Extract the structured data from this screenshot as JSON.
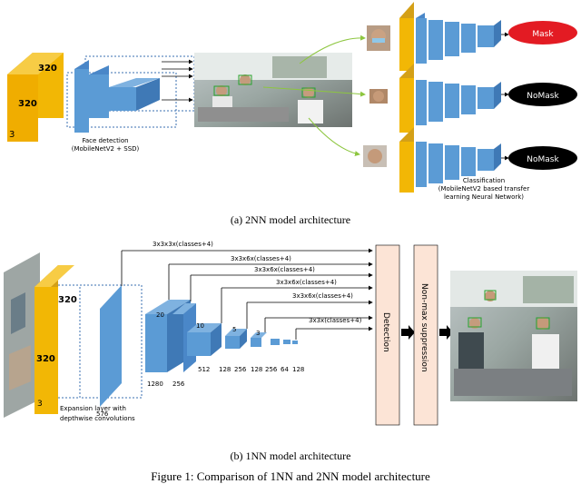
{
  "top": {
    "input_dims": {
      "w": "320",
      "h": "320",
      "c": "3"
    },
    "face_detection_label": [
      "Face detection",
      "(MobileNetV2 + SSD)"
    ],
    "classification_label": [
      "Classification",
      "(MobileNetV2 based transfer",
      "learning Neural Network)"
    ],
    "outputs": [
      "Mask",
      "NoMask",
      "NoMask"
    ],
    "output_colors": [
      "#e31b23",
      "#000000",
      "#000000"
    ],
    "caption": "(a) 2NN model architecture"
  },
  "bottom": {
    "input_dims": {
      "w": "320",
      "h": "320",
      "c": "3"
    },
    "expansion_label": [
      "Expansion layer with",
      "depthwise convolutions"
    ],
    "expansion_depth": "576",
    "conv_labels": [
      "3x3x3x(classes+4)",
      "3x3x6x(classes+4)",
      "3x3x6x(classes+4)",
      "3x3x6x(classes+4)",
      "3x3x6x(classes+4)",
      "3x3x(classes+4)"
    ],
    "feature_sizes": [
      "20",
      "10",
      "5",
      "3"
    ],
    "channel_labels": [
      "1280",
      "256",
      "512",
      "128",
      "256",
      "128",
      "256",
      "64",
      "128"
    ],
    "detection_label": "Detection",
    "nms_label": "Non-max suppression",
    "caption": "(b) 1NN model architecture"
  },
  "figure_caption": "Figure 1: Comparison of 1NN and 2NN model architecture"
}
